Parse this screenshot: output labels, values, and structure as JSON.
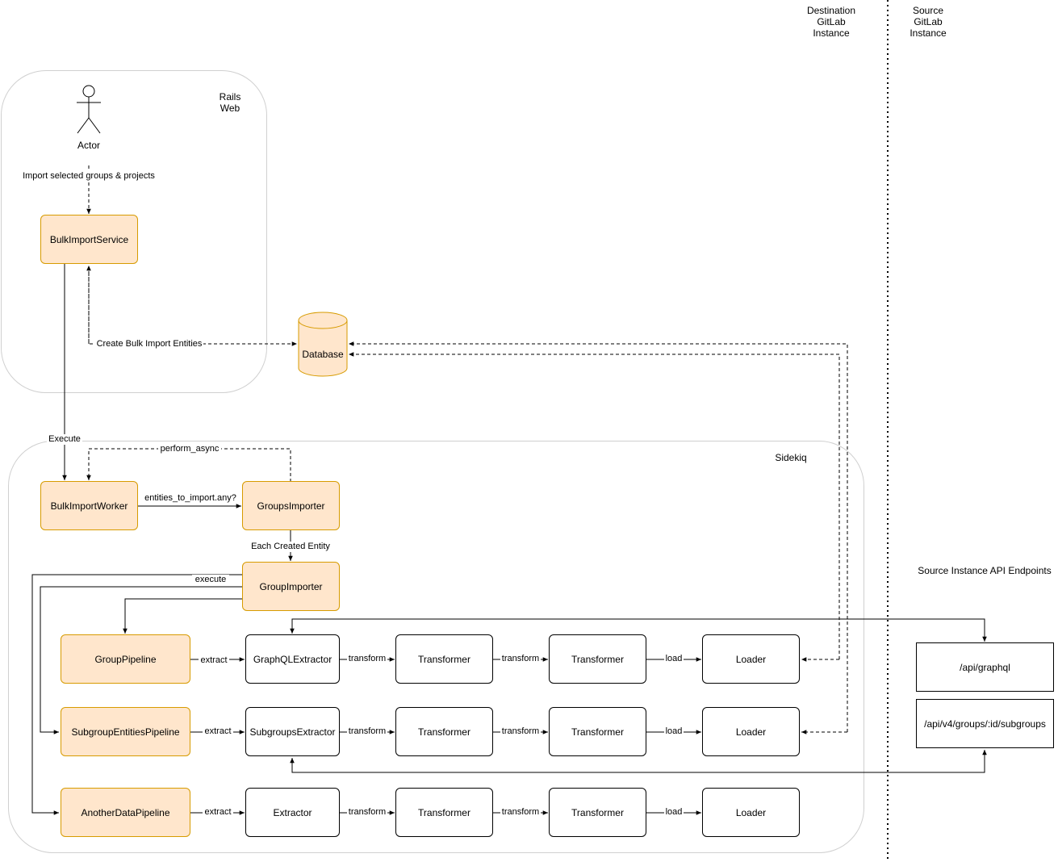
{
  "headers": {
    "destination": [
      "Destination",
      "GitLab",
      "Instance"
    ],
    "source": [
      "Source",
      "GitLab",
      "Instance"
    ]
  },
  "regions": {
    "rails": [
      "Rails",
      "Web"
    ],
    "sidekiq": "Sidekiq"
  },
  "actor": {
    "label": "Actor"
  },
  "database": {
    "label": "Database"
  },
  "nodes": {
    "bulk_import_service": "BulkImportService",
    "bulk_import_worker": "BulkImportWorker",
    "groups_importer": "GroupsImporter",
    "group_importer": "GroupImporter",
    "group_pipeline": "GroupPipeline",
    "subgroup_entities_pipeline": "SubgroupEntitiesPipeline",
    "another_data_pipeline": "AnotherDataPipeline",
    "graphql_extractor": "GraphQLExtractor",
    "subgroups_extractor": "SubgroupsExtractor",
    "extractor": "Extractor",
    "transformer": "Transformer",
    "loader": "Loader"
  },
  "endpoints": {
    "title": "Source Instance API Endpoints",
    "graphql": "/api/graphql",
    "subgroups": "/api/v4/groups/:id/subgroups"
  },
  "edge_labels": {
    "import_selected": "Import selected groups & projects",
    "create_entities": "Create Bulk Import Entities",
    "execute_upper": "Execute",
    "perform_async": "perform_async",
    "entities_any": "entities_to_import.any?",
    "each_entity": "Each Created Entity",
    "execute_lower": "execute",
    "extract": "extract",
    "transform": "transform",
    "load": "load"
  }
}
